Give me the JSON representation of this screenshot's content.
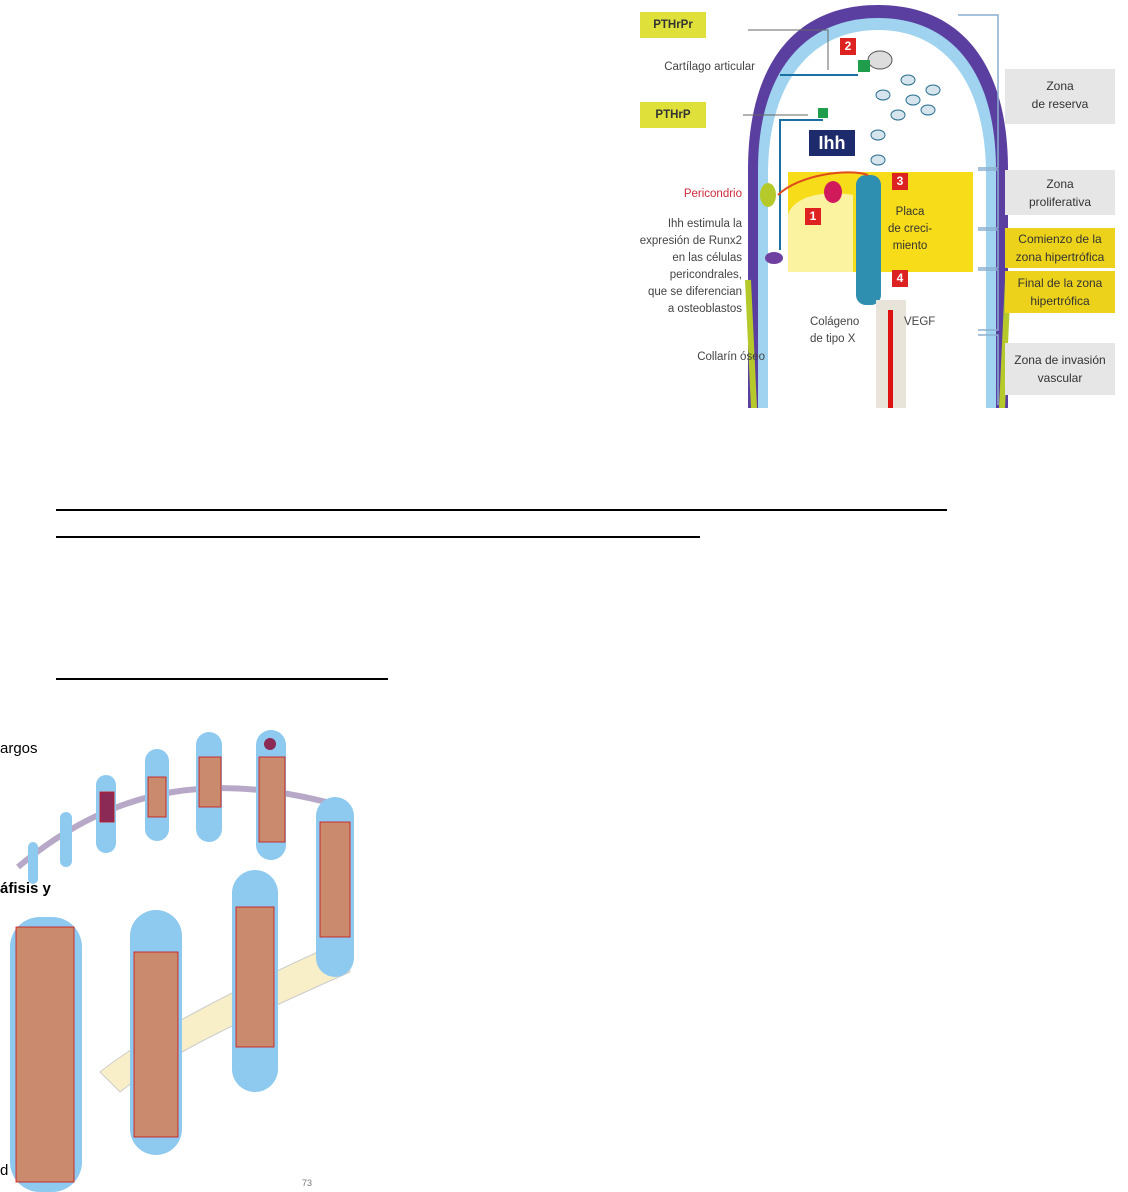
{
  "figure_top": {
    "labels": {
      "pthrpr": "PTHrPr",
      "pthrp": "PTHrP",
      "ihh": "Ihh",
      "cartilago": "Cartílago articular",
      "pericondrio": "Pericondrio",
      "ihh_text": [
        "Ihh estimula la",
        "expresión de Runx2",
        "en las células",
        "pericondrales,",
        "que se diferencian",
        "a osteoblastos"
      ],
      "collarin": "Collarín óseo",
      "colageno": [
        "Colágeno",
        "de tipo X"
      ],
      "vegf": "VEGF",
      "placa": [
        "Placa",
        "de creci-",
        "miento"
      ],
      "numbers": [
        "1",
        "2",
        "3",
        "4"
      ]
    },
    "zones": [
      {
        "lines": [
          "Zona",
          "de reserva"
        ],
        "color": "#e6e6e6"
      },
      {
        "lines": [
          "Zona",
          "proliferativa"
        ],
        "color": "#e6e6e6"
      },
      {
        "lines": [
          "Comienzo de la",
          "zona hipertrófica"
        ],
        "color": "#ecd21a"
      },
      {
        "lines": [
          "Final de la zona",
          "hipertrófica"
        ],
        "color": "#ecd21a"
      },
      {
        "lines": [
          "Zona de invasión",
          "vascular"
        ],
        "color": "#e6e6e6"
      }
    ]
  },
  "text_fragments": {
    "argos": "argos",
    "afisis": "áfisis y",
    "d": "d",
    "page_number": "73"
  }
}
